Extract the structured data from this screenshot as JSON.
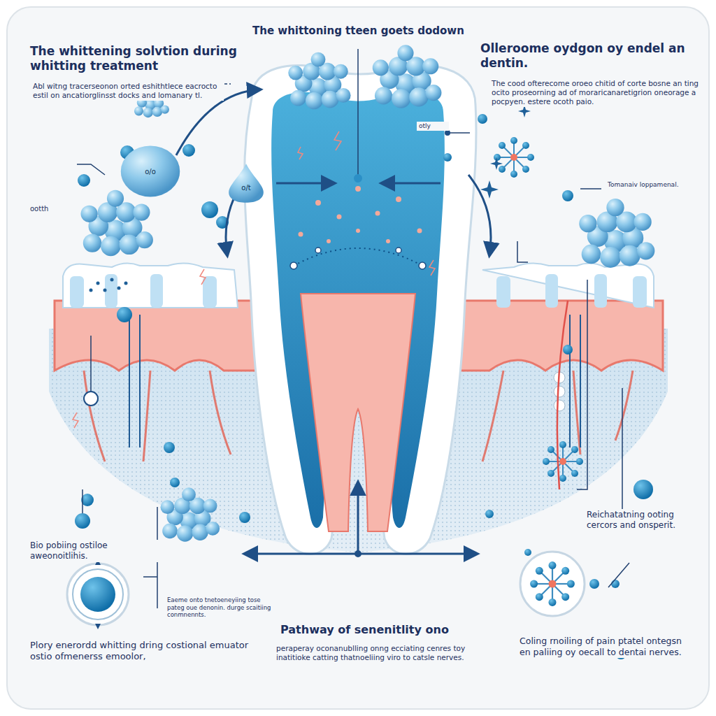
{
  "diagram": {
    "title": "The whittoning tteen goets dodown",
    "nodes": [
      {
        "text": [
          "o/o"
        ]
      },
      {
        "text": [
          "o/t"
        ]
      }
    ],
    "labels": [
      "The whittening solvtion during whitting treatment",
      "Abl witng tracerseonon orted eshithtlece eacrocto estil on ancatiorglinsst docks and lomanary tl.",
      "ootth",
      "otly",
      "Olleroome oydgon oy endel an dentin.",
      "The cood ofterecome oroeo chitid of corte bosne an ting ocito proseorning ad of moraricanaretigrion oneorage a pocpyen. estere ocoth paio.",
      "Tomanaiv loppamenal.",
      "Bio pobiing ostiloe aweonoitlihis.",
      "Eaeme onto tnetoeneyiing tose pateg oue denonin. durge scaitiing conmnennts.",
      "Plory enerordd whitting dring costional emuator ostio ofmenerss emoolor,",
      "Pathway of senenitlity ono",
      "peraperay oconanublling onng ecciating cenres toy inatitioke catting thatnoeliing viro to catsle nerves.",
      "Reichatatning ooting cercors and onsperit.",
      "Coling rnoiling of pain ptatel ontegsn en paliing oy oecall to dentai nerves."
    ]
  }
}
